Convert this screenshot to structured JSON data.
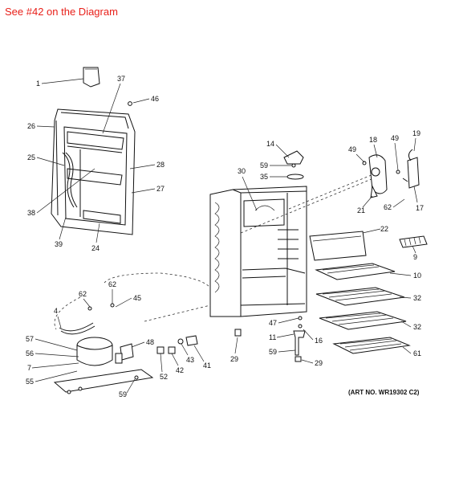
{
  "header": {
    "text": "See #42 on the Diagram"
  },
  "footer": {
    "art_no": "(ART NO. WR19302 C2)"
  },
  "parts": [
    "1",
    "37",
    "46",
    "26",
    "25",
    "28",
    "27",
    "38",
    "39",
    "24",
    "30",
    "14",
    "59",
    "35",
    "18",
    "49",
    "49",
    "19",
    "21",
    "62",
    "17",
    "22",
    "9",
    "10",
    "62",
    "62",
    "45",
    "4",
    "57",
    "56",
    "7",
    "55",
    "48",
    "43",
    "42",
    "52",
    "41",
    "59",
    "29",
    "47",
    "11",
    "16",
    "59",
    "29",
    "32",
    "32",
    "61"
  ]
}
